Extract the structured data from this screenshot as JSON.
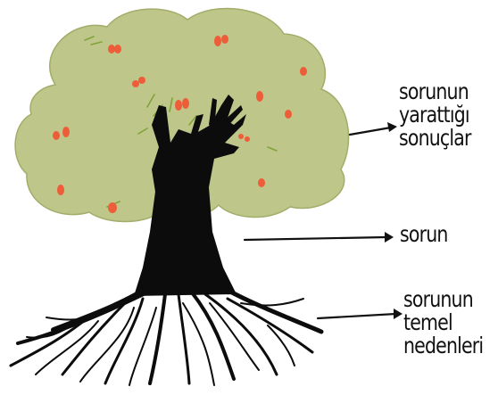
{
  "diagram": {
    "type": "problem-tree",
    "colors": {
      "canopy": "#bfc68a",
      "canopy_edge": "#a3ad6a",
      "fruit": "#ee5d3a",
      "trunk": "#0c0c0c",
      "grass": "#7fa33a",
      "arrow": "#111111",
      "text": "#111111"
    },
    "labels": [
      {
        "id": "effects",
        "lines": [
          "sorunun",
          "yarattığı",
          "sonuçlar"
        ],
        "points_to": "canopy"
      },
      {
        "id": "problem",
        "lines": [
          "sorun"
        ],
        "points_to": "trunk"
      },
      {
        "id": "causes",
        "lines": [
          "sorunun",
          "temel",
          "nedenleri"
        ],
        "points_to": "roots"
      }
    ]
  }
}
